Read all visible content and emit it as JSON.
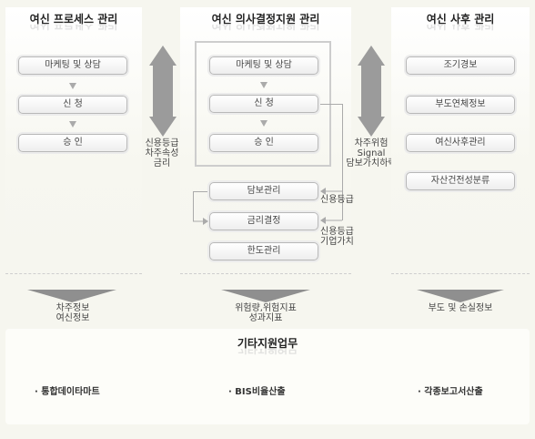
{
  "panels": {
    "process": {
      "title": "여신 프로세스 관리",
      "boxes": [
        "마케팅 및 상담",
        "신 청",
        "승 인"
      ]
    },
    "decision": {
      "title": "여신 의사결정지원 관리",
      "boxes": [
        "마케팅 및 상담",
        "신 청",
        "승 인"
      ],
      "sub_boxes": [
        "담보관리",
        "금리결정",
        "한도관리"
      ],
      "side_labels": [
        "신용등급",
        "신용등급\n기업가치"
      ]
    },
    "after": {
      "title": "여신 사후 관리",
      "boxes": [
        "조기경보",
        "부도연체정보",
        "여신사후관리",
        "자산건전성분류"
      ]
    }
  },
  "connectors": {
    "left": "신용등급\n차주속성\n금리",
    "right": "차주위험\nSignal\n담보가치하락"
  },
  "outputs": {
    "left": "차주정보\n여신정보",
    "center": "위험량,위험지표\n성과지표",
    "right": "부도 및 손실정보"
  },
  "bottom": {
    "title": "기타지원업무",
    "items": [
      "통합데이타마트",
      "BIS비율산출",
      "각종보고서산출"
    ]
  },
  "colors": {
    "arrow_gray": "#9b9b9b",
    "box_border": "#b8b8b8",
    "background": "#f6f6ef"
  }
}
